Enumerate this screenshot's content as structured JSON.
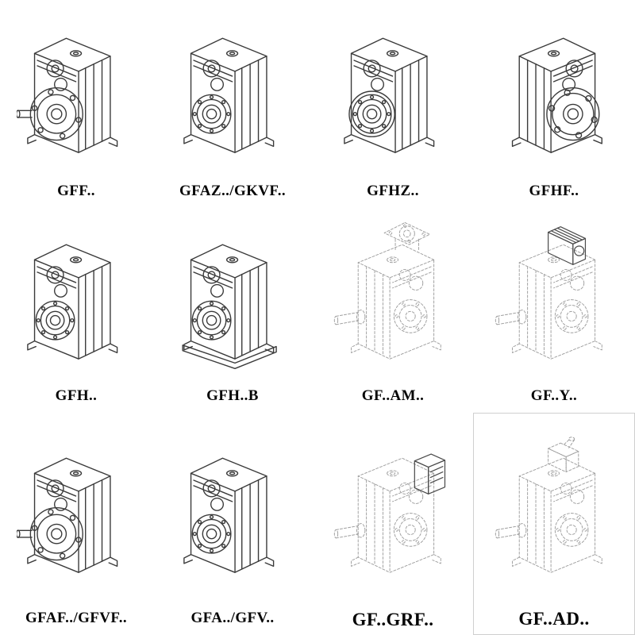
{
  "page": {
    "background": "#ffffff",
    "line_color": "#3a3a3a",
    "dashed_line_color": "#9e9e9e",
    "label_color": "#060606",
    "description": "Catalog sheet of parallel-shaft helical gearmotor housing variants, 4 columns by 3 rows of isometric technical line drawings with model codes"
  },
  "items": [
    {
      "label": "GFF..",
      "variant": "solid",
      "drawing": "gearbox-output-flange-solid-shaft-icon"
    },
    {
      "label": "GFAZ../GKVF..",
      "variant": "solid",
      "drawing": "gearbox-hollow-shaft-icon"
    },
    {
      "label": "GFHZ..",
      "variant": "solid",
      "drawing": "gearbox-hollow-shaft-shrink-disc-icon"
    },
    {
      "label": "GFHF..",
      "variant": "solid",
      "drawing": "gearbox-output-flange-right-icon"
    },
    {
      "label": "GFH..",
      "variant": "solid",
      "drawing": "gearbox-hollow-shaft-icon"
    },
    {
      "label": "GFH..B",
      "variant": "solid",
      "drawing": "gearbox-hollow-shaft-foot-mounted-icon"
    },
    {
      "label": "GF..AM..",
      "variant": "dashed",
      "drawing": "gearbox-iec-motor-adapter-icon"
    },
    {
      "label": "GF..Y..",
      "variant": "dashed",
      "drawing": "gearbox-with-mounted-motor-icon"
    },
    {
      "label": "GFAF../GFVF..",
      "variant": "solid",
      "drawing": "gearbox-output-flange-solid-shaft-icon"
    },
    {
      "label": "GFA../GFV..",
      "variant": "solid",
      "drawing": "gearbox-hollow-shaft-icon"
    },
    {
      "label": "GF..GRF..",
      "variant": "dashed",
      "drawing": "gearbox-input-cover-adapter-icon"
    },
    {
      "label": "GF..AD..",
      "variant": "dashed",
      "drawing": "gearbox-input-shaft-adapter-icon"
    }
  ]
}
